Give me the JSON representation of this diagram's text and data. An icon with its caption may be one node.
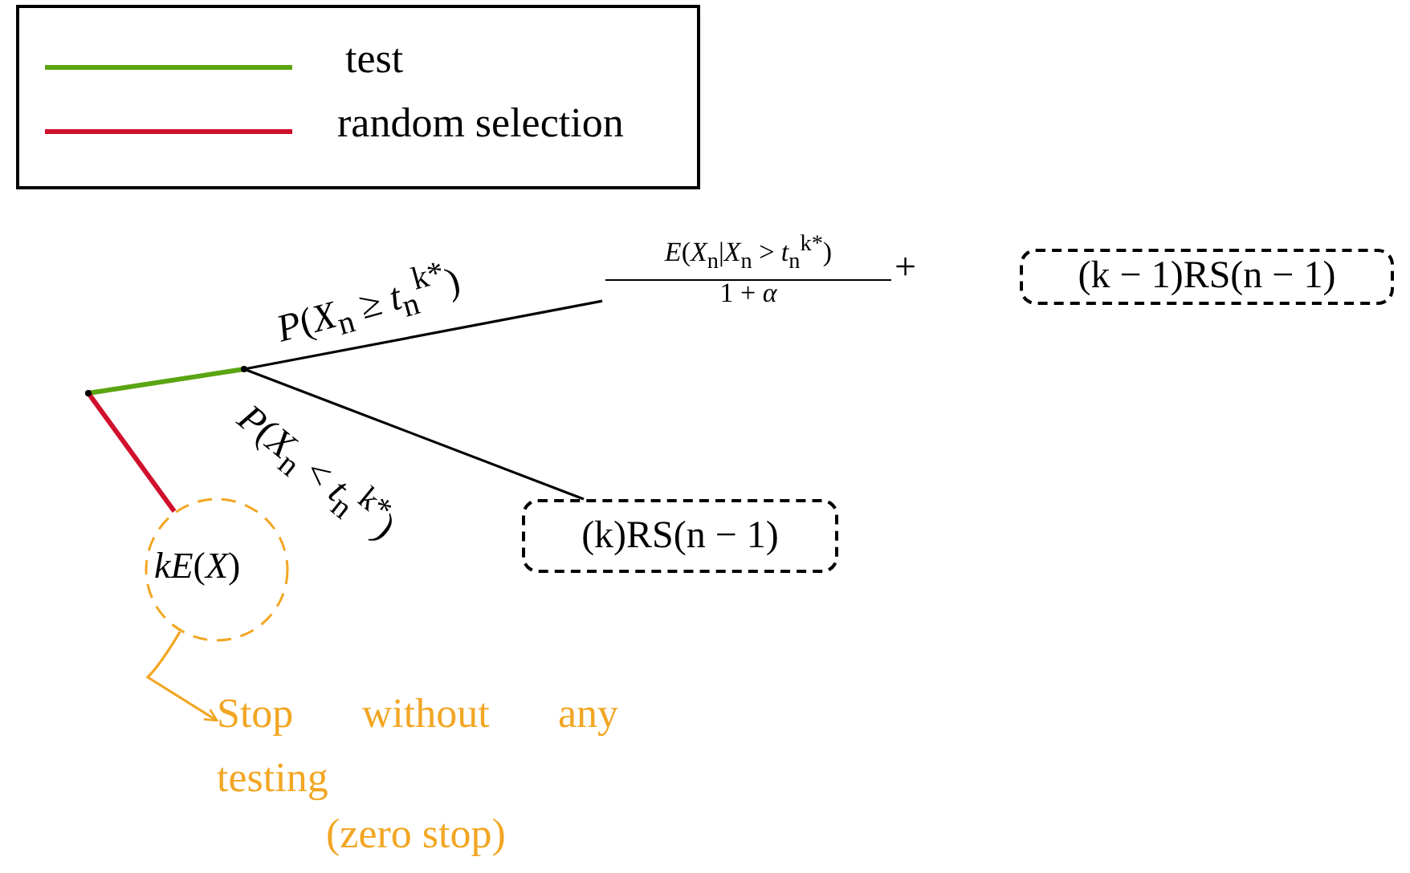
{
  "diagram": {
    "nodes": [
      {
        "text": [],
        "shape": "point"
      },
      {
        "text": [],
        "shape": "point"
      },
      {
        "text": [
          "*kE*(*X*)"
        ]
      },
      {
        "text": [
          "*E*(*X*$_{n}$|*X*$_{n}$ > *t*$_{n}$$^{k*}$)",
          "1 + *α*"
        ],
        "beside": [
          "+"
        ]
      },
      {
        "text": [
          "(k − 1)RS(n − 1)"
        ]
      },
      {
        "text": [
          "(k)RS(n − 1)"
        ]
      },
      {
        "text": [
          "Stop without any testing",
          "(zero stop)"
        ]
      }
    ],
    "edges": [
      {
        "from": 0,
        "to": 1,
        "arrow": "none",
        "color": "#5aa512"
      },
      {
        "from": 0,
        "to": 2,
        "arrow": "none",
        "color": "#d0102c"
      },
      {
        "from": 1,
        "to": 3,
        "arrow": "none",
        "label": "*P*(*X*$_{n}$ ≥ *t*$_{n}$$^{k*}$)"
      },
      {
        "from": 1,
        "to": 5,
        "arrow": "none",
        "label": "*P*(*X*$_{n}$ < *t*$_{n}$$^{k*}$)"
      },
      {
        "from": 2,
        "to": 6,
        "arrow": "to",
        "color": "#f2a623"
      }
    ],
    "legend": [
      {
        "text": "test"
      },
      {
        "text": "random selection"
      }
    ]
  }
}
